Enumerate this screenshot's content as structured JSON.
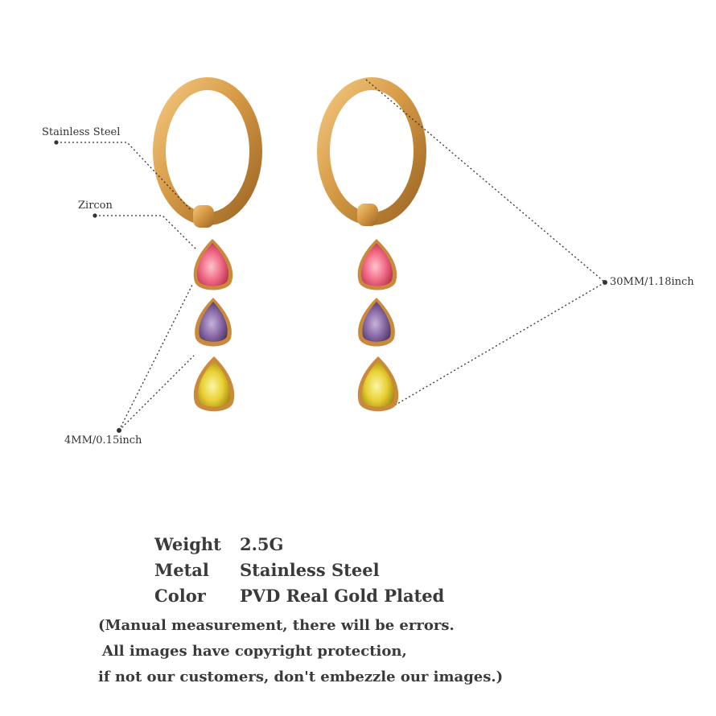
{
  "callouts": {
    "material": "Stainless Steel",
    "stone": "Zircon",
    "length": "30MM/1.18inch",
    "stone_width": "4MM/0.15inch"
  },
  "specs": [
    {
      "label": "Weight",
      "value": "2.5G"
    },
    {
      "label": "Metal",
      "value": "Stainless Steel"
    },
    {
      "label": "Color",
      "value": "PVD Real Gold Plated"
    }
  ],
  "notes": [
    "(Manual measurement, there will be errors.",
    "All images have copyright protection,",
    "if not our customers, don't embezzle our images.)"
  ],
  "colors": {
    "gold": "#d69a45",
    "pink_stone": "#f06a86",
    "purple_stone": "#8a6aa6",
    "yellow_stone": "#e8d034"
  }
}
